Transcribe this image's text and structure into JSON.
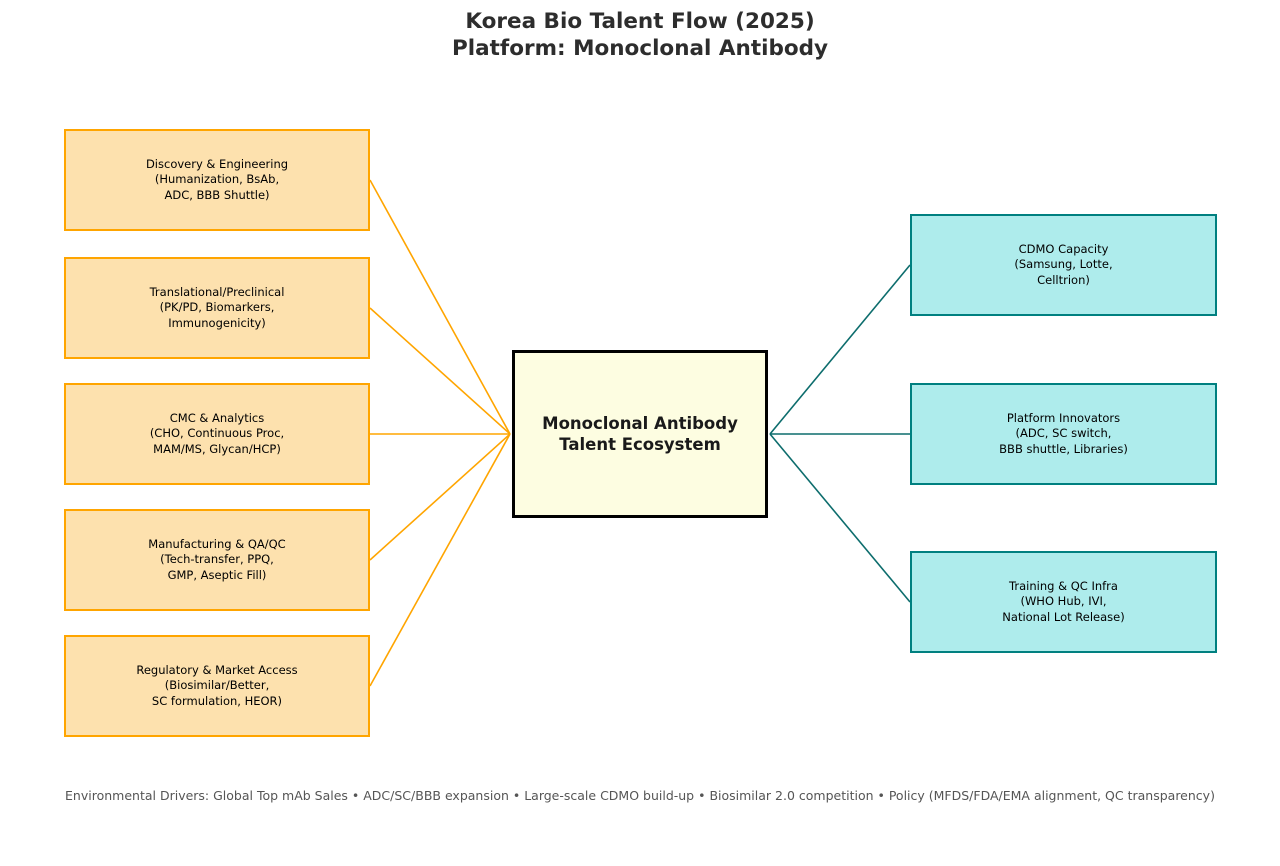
{
  "title": {
    "line1": "Korea Bio Talent Flow (2025)",
    "line2": "Platform: Monoclonal Antibody"
  },
  "center_node": {
    "id": "talent-ecosystem",
    "label": "Monoclonal Antibody\nTalent Ecosystem"
  },
  "left_nodes": [
    {
      "id": "discovery-engineering",
      "label": "Discovery & Engineering\n(Humanization, BsAb,\nADC, BBB Shuttle)"
    },
    {
      "id": "translational-preclinical",
      "label": "Translational/Preclinical\n(PK/PD, Biomarkers,\nImmunogenicity)"
    },
    {
      "id": "cmc-analytics",
      "label": "CMC & Analytics\n(CHO, Continuous Proc,\nMAM/MS, Glycan/HCP)"
    },
    {
      "id": "manufacturing-qaqc",
      "label": "Manufacturing & QA/QC\n(Tech-transfer, PPQ,\nGMP, Aseptic Fill)"
    },
    {
      "id": "regulatory-market-access",
      "label": "Regulatory & Market Access\n(Biosimilar/Better,\nSC formulation, HEOR)"
    }
  ],
  "right_nodes": [
    {
      "id": "cdmo-capacity",
      "label": "CDMO Capacity\n(Samsung, Lotte,\nCelltrion)"
    },
    {
      "id": "platform-innovators",
      "label": "Platform Innovators\n(ADC, SC switch,\nBBB shuttle, Libraries)"
    },
    {
      "id": "training-qc-infra",
      "label": "Training & QC Infra\n(WHO Hub, IVI,\nNational Lot Release)"
    }
  ],
  "edges": [
    {
      "from": "discovery-engineering",
      "to": "talent-ecosystem"
    },
    {
      "from": "translational-preclinical",
      "to": "talent-ecosystem"
    },
    {
      "from": "cmc-analytics",
      "to": "talent-ecosystem"
    },
    {
      "from": "manufacturing-qaqc",
      "to": "talent-ecosystem"
    },
    {
      "from": "regulatory-market-access",
      "to": "talent-ecosystem"
    },
    {
      "from": "talent-ecosystem",
      "to": "cdmo-capacity"
    },
    {
      "from": "talent-ecosystem",
      "to": "platform-innovators"
    },
    {
      "from": "talent-ecosystem",
      "to": "training-qc-infra"
    }
  ],
  "footer": "Environmental Drivers: Global Top mAb Sales • ADC/SC/BBB expansion • Large-scale CDMO build-up • Biosimilar 2.0 competition • Policy (MFDS/FDA/EMA alignment, QC transparency)",
  "colors": {
    "left_node_fill": "#FDE1AE",
    "left_node_border": "#FFA500",
    "left_edge_line": "#FFA500",
    "right_node_fill": "#AEECEC",
    "right_node_border": "#008080",
    "right_edge_line": "#0D6D6D",
    "center_node_fill": "#FDFDE1",
    "center_node_border": "#000000",
    "title_text": "#2D2D2D",
    "footer_text": "#555555"
  }
}
